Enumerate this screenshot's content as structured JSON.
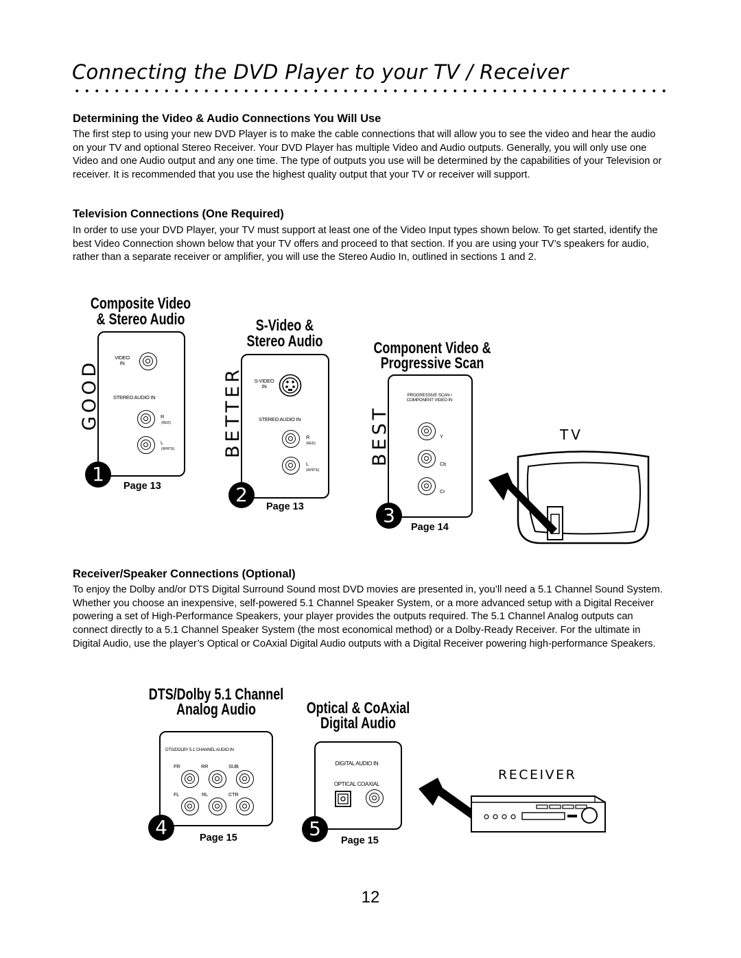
{
  "page": {
    "title": "Connecting the DVD Player to your TV / Receiver",
    "page_number": "12"
  },
  "sections": {
    "determining": {
      "heading": "Determining the Video & Audio Connections You Will Use",
      "body": "The first step to using your new DVD Player is to make the cable connections that will allow you to see the video and hear the audio on your TV and optional Stereo Receiver. Your DVD Player has multiple Video and Audio outputs. Generally, you will only use one Video and one Audio output and any one time. The type of outputs you use will be determined by the capabilities of your Television or receiver. It is recommended that you use the highest quality output that your TV or receiver will support."
    },
    "television": {
      "heading": "Television Connections (One Required)",
      "body": "In order to use your DVD Player, your TV must support at least one of the Video Input types shown below. To get started, identify the best Video Connection shown below that your TV offers and proceed to that section. If you are using your TV’s speakers for audio, rather than a separate receiver or amplifier, you will use the Stereo Audio In, outlined in sections 1 and 2."
    },
    "receiver": {
      "heading": "Receiver/Speaker Connections (Optional)",
      "body": "To enjoy the Dolby and/or DTS Digital Surround Sound most DVD movies are presented in, you’ll need a 5.1 Channel Sound System. Whether you choose an inexpensive, self-powered 5.1 Channel Speaker System, or a more advanced setup with a Digital Receiver powering a set of High-Performance Speakers, your player provides the outputs required. The 5.1 Channel Analog outputs can connect directly to a 5.1 Channel Speaker System (the most economical method) or a Dolby-Ready Receiver. For the ultimate in Digital Audio, use the player’s Optical or CoAxial Digital Audio outputs with a Digital Receiver powering high-performance Speakers."
    }
  },
  "options": {
    "composite": {
      "title_line1": "Composite Video",
      "title_line2": "& Stereo Audio",
      "rating": "GOOD",
      "number": "1",
      "page": "Page 13",
      "video_label": "VIDEO",
      "video_in": "IN",
      "stereo_label": "STEREO AUDIO IN",
      "r_label": "R",
      "r_color": "(RED)",
      "l_label": "L",
      "l_color": "(WHITE)"
    },
    "svideo": {
      "title_line1": "S-Video &",
      "title_line2": "Stereo Audio",
      "rating": "BETTER",
      "number": "2",
      "page": "Page 13",
      "svideo_label": "S-VIDEO",
      "svideo_in": "IN",
      "stereo_label": "STEREO AUDIO IN",
      "r_label": "R",
      "r_color": "(RED)",
      "l_label": "L",
      "l_color": "(WHITE)"
    },
    "component": {
      "title_line1": "Component Video &",
      "title_line2": "Progressive Scan",
      "rating": "BEST",
      "number": "3",
      "page": "Page 14",
      "label_line1": "PROGRESSIVE SCAN /",
      "label_line2": "COMPONENT VIDEO IN",
      "y": "Y",
      "cb": "Cb",
      "cr": "Cr"
    },
    "analog51": {
      "title_line1": "DTS/Dolby 5.1 Channel",
      "title_line2": "Analog Audio",
      "number": "4",
      "page": "Page 15",
      "label": "DTS/DOLBY 5.1 CHANNEL AUDIO IN",
      "fr": "FR",
      "rr": "RR",
      "sub": "SUB",
      "fl": "FL",
      "rl": "RL",
      "ctr": "CTR"
    },
    "digital": {
      "title_line1": "Optical & CoAxial",
      "title_line2": "Digital Audio",
      "number": "5",
      "page": "Page 15",
      "label": "DIGITAL AUDIO IN",
      "sublabel": "OPTICAL COAXIAL"
    }
  },
  "devices": {
    "tv_label": "TV",
    "receiver_label": "RECEIVER"
  }
}
